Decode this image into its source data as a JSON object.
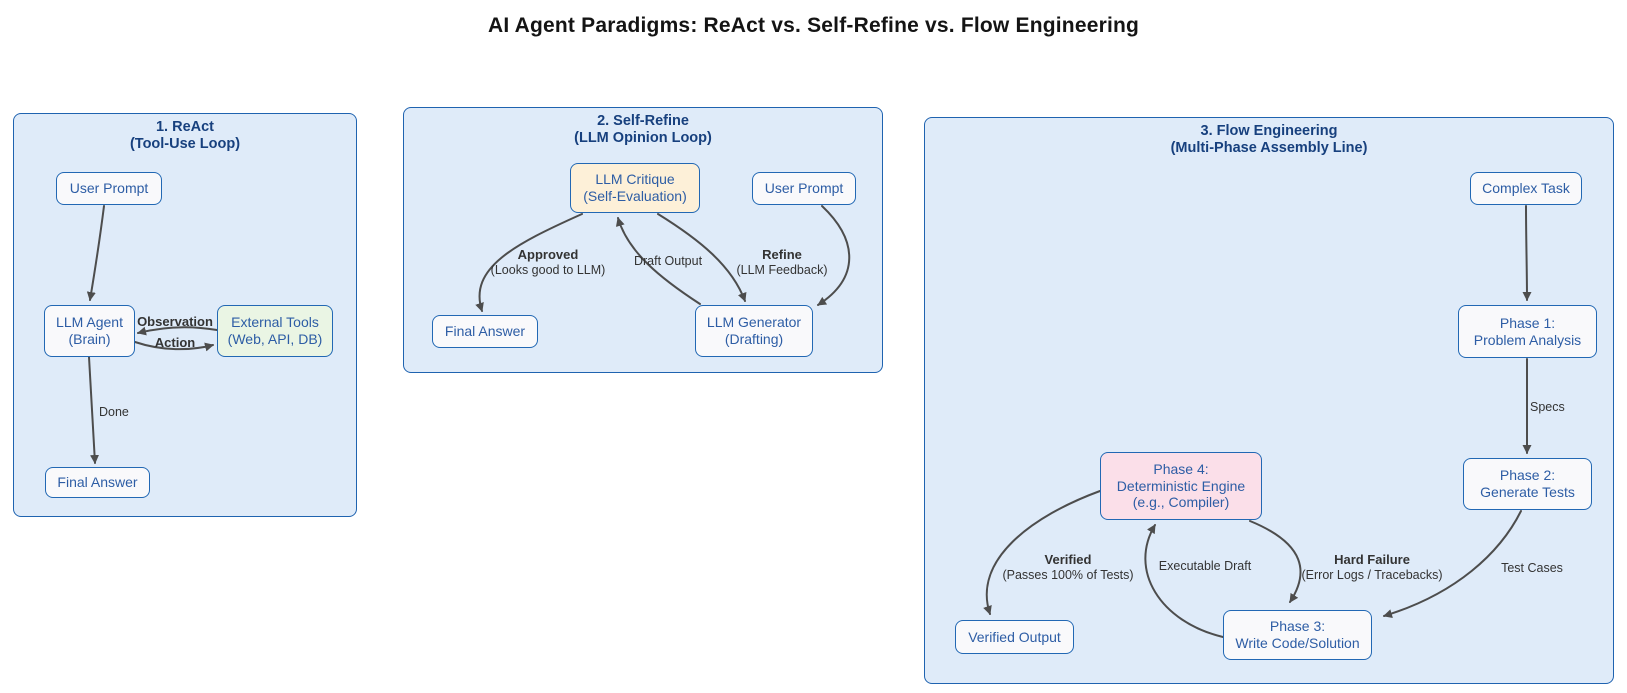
{
  "title": "AI Agent Paradigms: ReAct vs. Self-Refine vs. Flow Engineering",
  "colors": {
    "page_bg": "#ffffff",
    "panel_fill": "#dfebf9",
    "panel_border": "#1f63b0",
    "panel_title": "#17407e",
    "node_border": "#2268b4",
    "node_text": "#2d5da5",
    "node_fill_default": "#f9f9fb",
    "node_fill_green": "#eaf5e4",
    "node_fill_cream": "#fdf0d8",
    "node_fill_pink": "#fbdfe9",
    "edge_color": "#4d4d4d",
    "edge_label_color": "#333333",
    "title_color": "#141414"
  },
  "react": {
    "title_line1": "1. ReAct",
    "title_line2": "(Tool-Use Loop)",
    "nodes": {
      "user_prompt": "User Prompt",
      "llm_agent_line1": "LLM Agent",
      "llm_agent_line2": "(Brain)",
      "external_tools_line1": "External Tools",
      "external_tools_line2": "(Web, API, DB)",
      "final_answer": "Final Answer"
    },
    "edge_labels": {
      "observation": "Observation",
      "action": "Action",
      "done": "Done"
    }
  },
  "self_refine": {
    "title_line1": "2. Self-Refine",
    "title_line2": "(LLM Opinion Loop)",
    "nodes": {
      "llm_critique_line1": "LLM Critique",
      "llm_critique_line2": "(Self-Evaluation)",
      "user_prompt": "User Prompt",
      "final_answer": "Final Answer",
      "llm_generator_line1": "LLM Generator",
      "llm_generator_line2": "(Drafting)"
    },
    "edge_labels": {
      "approved_line1": "Approved",
      "approved_line2": "(Looks good to LLM)",
      "draft_output": "Draft Output",
      "refine_line1": "Refine",
      "refine_line2": "(LLM Feedback)"
    }
  },
  "flow_engineering": {
    "title_line1": "3. Flow Engineering",
    "title_line2": "(Multi-Phase Assembly Line)",
    "nodes": {
      "complex_task": "Complex Task",
      "phase1_line1": "Phase 1:",
      "phase1_line2": "Problem Analysis",
      "phase2_line1": "Phase 2:",
      "phase2_line2": "Generate Tests",
      "phase3_line1": "Phase 3:",
      "phase3_line2": "Write Code/Solution",
      "phase4_line1": "Phase 4:",
      "phase4_line2": "Deterministic Engine",
      "phase4_line3": "(e.g., Compiler)",
      "verified_output": "Verified Output"
    },
    "edge_labels": {
      "specs": "Specs",
      "test_cases": "Test Cases",
      "hard_failure_line1": "Hard Failure",
      "hard_failure_line2": "(Error Logs / Tracebacks)",
      "executable_draft": "Executable Draft",
      "verified_line1": "Verified",
      "verified_line2": "(Passes 100% of Tests)"
    }
  }
}
